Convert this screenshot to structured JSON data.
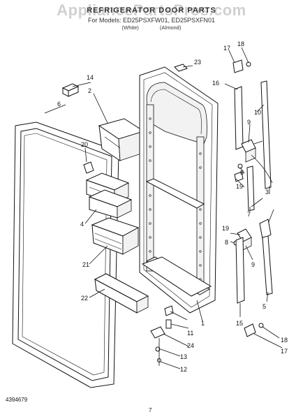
{
  "header": {
    "watermark": "AppliancePartsPros.com",
    "title": "REFRIGERATOR DOOR PARTS",
    "models": "For Models: ED25PSXFW01, ED25PSXFN01",
    "color_white": "(White)",
    "color_almond": "(Almond)"
  },
  "callouts": [
    {
      "id": "1",
      "label": "1"
    },
    {
      "id": "2",
      "label": "2"
    },
    {
      "id": "3",
      "label": "3"
    },
    {
      "id": "4",
      "label": "4"
    },
    {
      "id": "5",
      "label": "5"
    },
    {
      "id": "6",
      "label": "6"
    },
    {
      "id": "7",
      "label": "7"
    },
    {
      "id": "8a",
      "label": "8"
    },
    {
      "id": "8b",
      "label": "8"
    },
    {
      "id": "9a",
      "label": "9"
    },
    {
      "id": "9b",
      "label": "9"
    },
    {
      "id": "10",
      "label": "10"
    },
    {
      "id": "11",
      "label": "11"
    },
    {
      "id": "12",
      "label": "12"
    },
    {
      "id": "13",
      "label": "13"
    },
    {
      "id": "14",
      "label": "14"
    },
    {
      "id": "15",
      "label": "15"
    },
    {
      "id": "16",
      "label": "16"
    },
    {
      "id": "17a",
      "label": "17"
    },
    {
      "id": "17b",
      "label": "17"
    },
    {
      "id": "18a",
      "label": "18"
    },
    {
      "id": "18b",
      "label": "18"
    },
    {
      "id": "19a",
      "label": "19"
    },
    {
      "id": "19b",
      "label": "19"
    },
    {
      "id": "20",
      "label": "20"
    },
    {
      "id": "21",
      "label": "21"
    },
    {
      "id": "22",
      "label": "22"
    },
    {
      "id": "23",
      "label": "23"
    },
    {
      "id": "24",
      "label": "24"
    }
  ],
  "footer": {
    "doc_number": "4394679",
    "page_number": "7"
  }
}
